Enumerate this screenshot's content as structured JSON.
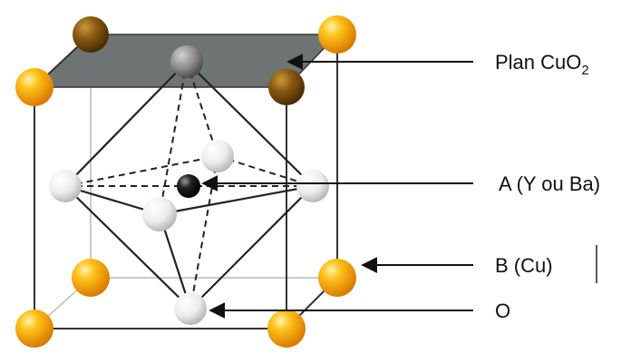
{
  "labels": {
    "plane": {
      "text": "Plan CuO",
      "subscript": "2"
    },
    "site_a": "A (Y ou Ba)",
    "site_b": "B (Cu)",
    "oxygen": "O"
  },
  "colors": {
    "cu_atom": "#f5a300",
    "cu_atom_highlight": "#ffd24a",
    "oxygen_atom": "#f2f2f2",
    "a_site_atom": "#111111",
    "plane_fill": "#6e7474",
    "edge": "#222222",
    "arrow": "#111111"
  }
}
